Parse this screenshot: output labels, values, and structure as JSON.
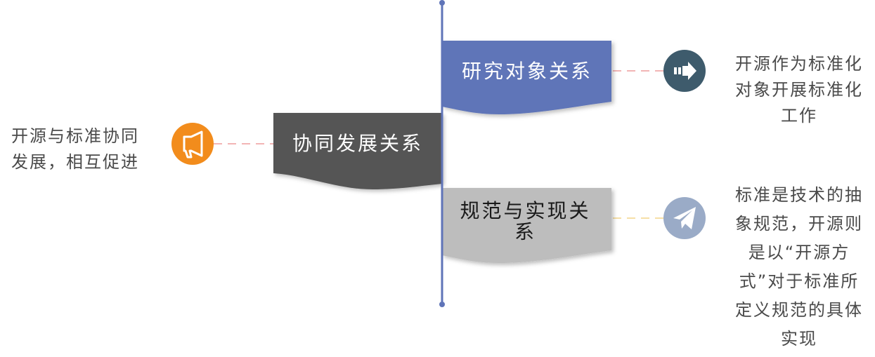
{
  "colors": {
    "axis": "#5f74b8",
    "research_banner": "#5f74b8",
    "collab_banner": "#545454",
    "spec_banner": "#bdbdbd",
    "icon_arrow": "#3e5b6c",
    "icon_megaphone": "#f28c1c",
    "icon_send": "#9aabc7",
    "dash_pink": "#f2b5b5",
    "dash_yellow": "#f6dfa6"
  },
  "branches": {
    "research": {
      "label": "研究对象关系",
      "icon": "arrow-right-icon",
      "description": "开源作为标准化对象开展标准化工作"
    },
    "collaboration": {
      "label": "协同发展关系",
      "icon": "megaphone-icon",
      "description": "开源与标准协同发展，相互促进"
    },
    "specification": {
      "label": "规范与实现关系",
      "icon": "paper-plane-icon",
      "description": "标准是技术的抽象规范，开源则是以“开源方式”对于标准所定义规范的具体实现"
    }
  }
}
